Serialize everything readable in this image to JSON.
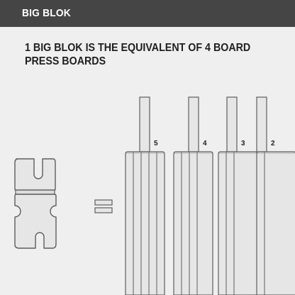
{
  "header": {
    "title": "BIG BLOK"
  },
  "headline": {
    "line1": "1 BIG BLOK IS THE EQUIVALENT OF 4 BOARD",
    "line2": "PRESS BOARDS"
  },
  "boards": [
    {
      "label": "5",
      "count": 5
    },
    {
      "label": "4",
      "count": 4
    },
    {
      "label": "3",
      "count": 3
    },
    {
      "label": "2",
      "count": 2
    }
  ],
  "colors": {
    "header_bg": "#454545",
    "background": "#efefef",
    "fill": "#e6e6e6",
    "stroke": "#5e5e5e"
  },
  "icons": [
    "big-blok-icon",
    "equals-icon",
    "board-stack-icon"
  ]
}
